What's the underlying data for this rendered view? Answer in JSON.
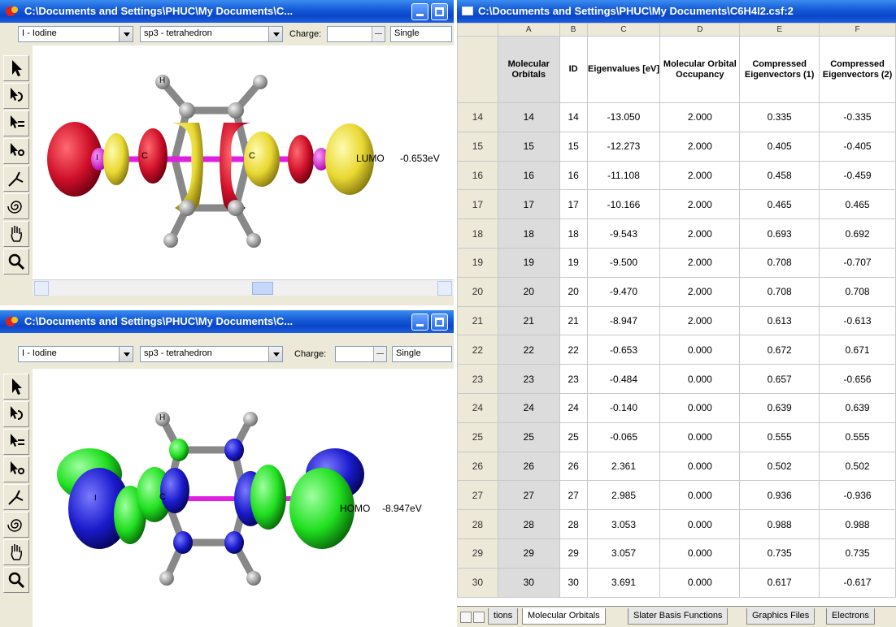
{
  "colors": {
    "title_blue": "#0a46c8",
    "lobe_red": "#d0102a",
    "lobe_yellow": "#e8d830",
    "lobe_green": "#20e020",
    "lobe_blue": "#1a1acc",
    "atom_gray": "#9a9a9a",
    "bond_magenta": "#e020e0"
  },
  "top_window": {
    "title": "C:\\Documents and Settings\\PHUC\\My Documents\\C...",
    "element_combo": "I - Iodine",
    "hybrid_combo": "sp3 - tetrahedron",
    "charge_label": "Charge:",
    "spin_value": "",
    "mult_combo": "Single",
    "orbital_label": "LUMO",
    "orbital_energy": "-0.653eV",
    "atom_c1": "C",
    "atom_c2": "C",
    "atom_h": "H",
    "atom_i": "I"
  },
  "bottom_window": {
    "title": "C:\\Documents and Settings\\PHUC\\My Documents\\C...",
    "element_combo": "I - Iodine",
    "hybrid_combo": "sp3 - tetrahedron",
    "charge_label": "Charge:",
    "mult_combo": "Single",
    "orbital_label": "HOMO",
    "orbital_energy": "-8.947eV",
    "atom_c": "C",
    "atom_h": "H",
    "atom_i": "I"
  },
  "sheet": {
    "title": "C:\\Documents and Settings\\PHUC\\My Documents\\C6H4I2.csf:2",
    "columns": [
      "A",
      "B",
      "C",
      "D",
      "E",
      "F"
    ],
    "headers": [
      "Molecular Orbitals",
      "ID",
      "Eigenvalues [eV]",
      "Molecular Orbital Occupancy",
      "Compressed Eigenvectors (1)",
      "Compressed Eigenvectors (2)"
    ],
    "rows": [
      [
        "14",
        "14",
        "14",
        "-13.050",
        "2.000",
        "0.335",
        "-0.335"
      ],
      [
        "15",
        "15",
        "15",
        "-12.273",
        "2.000",
        "0.405",
        "-0.405"
      ],
      [
        "16",
        "16",
        "16",
        "-11.108",
        "2.000",
        "0.458",
        "-0.459"
      ],
      [
        "17",
        "17",
        "17",
        "-10.166",
        "2.000",
        "0.465",
        "0.465"
      ],
      [
        "18",
        "18",
        "18",
        "-9.543",
        "2.000",
        "0.693",
        "0.692"
      ],
      [
        "19",
        "19",
        "19",
        "-9.500",
        "2.000",
        "0.708",
        "-0.707"
      ],
      [
        "20",
        "20",
        "20",
        "-9.470",
        "2.000",
        "0.708",
        "0.708"
      ],
      [
        "21",
        "21",
        "21",
        "-8.947",
        "2.000",
        "0.613",
        "-0.613"
      ],
      [
        "22",
        "22",
        "22",
        "-0.653",
        "0.000",
        "0.672",
        "0.671"
      ],
      [
        "23",
        "23",
        "23",
        "-0.484",
        "0.000",
        "0.657",
        "-0.656"
      ],
      [
        "24",
        "24",
        "24",
        "-0.140",
        "0.000",
        "0.639",
        "0.639"
      ],
      [
        "25",
        "25",
        "25",
        "-0.065",
        "0.000",
        "0.555",
        "0.555"
      ],
      [
        "26",
        "26",
        "26",
        "2.361",
        "0.000",
        "0.502",
        "0.502"
      ],
      [
        "27",
        "27",
        "27",
        "2.985",
        "0.000",
        "0.936",
        "-0.936"
      ],
      [
        "28",
        "28",
        "28",
        "3.053",
        "0.000",
        "0.988",
        "0.988"
      ],
      [
        "29",
        "29",
        "29",
        "3.057",
        "0.000",
        "0.735",
        "0.735"
      ],
      [
        "30",
        "30",
        "30",
        "3.691",
        "0.000",
        "0.617",
        "-0.617"
      ]
    ],
    "tabs": [
      "tions",
      "Molecular Orbitals",
      "Slater Basis Functions",
      "Graphics Files",
      "Electrons"
    ]
  }
}
